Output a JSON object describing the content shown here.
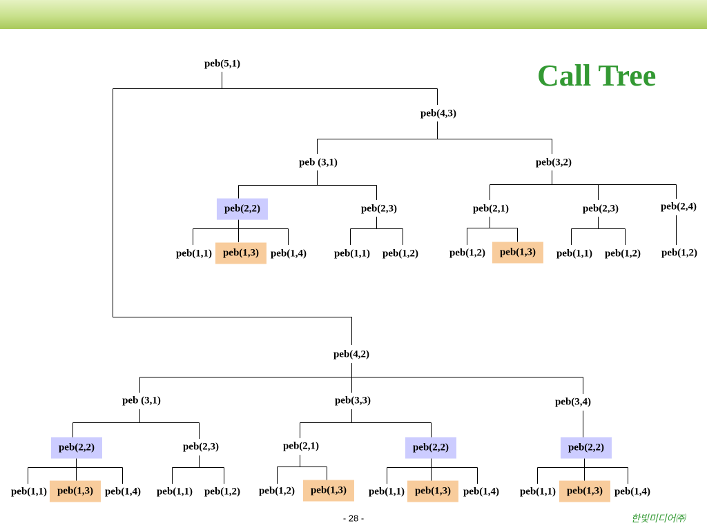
{
  "title": "Call Tree",
  "page_number": "- 28 -",
  "publisher": "한빛미디어㈜",
  "colors": {
    "title_green": "#339933",
    "blue_highlight": "#ccccff",
    "orange_highlight": "#f8cc9c"
  },
  "nodes": {
    "root": "peb(5,1)",
    "a": "peb(4,3)",
    "a1": "peb (3,1)",
    "a2": "peb(3,2)",
    "a11": "peb(2,2)",
    "a12": "peb(2,3)",
    "a21": "peb(2,1)",
    "a22": "peb(2,3)",
    "a23": "peb(2,4)",
    "a111": "peb(1,1)",
    "a112": "peb(1,3)",
    "a113": "peb(1,4)",
    "a121": "peb(1,1)",
    "a122": "peb(1,2)",
    "a211": "peb(1,2)",
    "a212": "peb(1,3)",
    "a221": "peb(1,1)",
    "a222": "peb(1,2)",
    "a231": "peb(1,2)",
    "b": "peb(4,2)",
    "b1": "peb (3,1)",
    "b2": "peb(3,3)",
    "b3": "peb(3,4)",
    "b11": "peb(2,2)",
    "b12": "peb(2,3)",
    "b21": "peb(2,1)",
    "b22": "peb(2,2)",
    "b31": "peb(2,2)",
    "b111": "peb(1,1)",
    "b112": "peb(1,3)",
    "b113": "peb(1,4)",
    "b121": "peb(1,1)",
    "b122": "peb(1,2)",
    "b211": "peb(1,2)",
    "b212": "peb(1,3)",
    "b221": "peb(1,1)",
    "b222": "peb(1,3)",
    "b223": "peb(1,4)",
    "b311": "peb(1,1)",
    "b312": "peb(1,3)",
    "b313": "peb(1,4)"
  }
}
